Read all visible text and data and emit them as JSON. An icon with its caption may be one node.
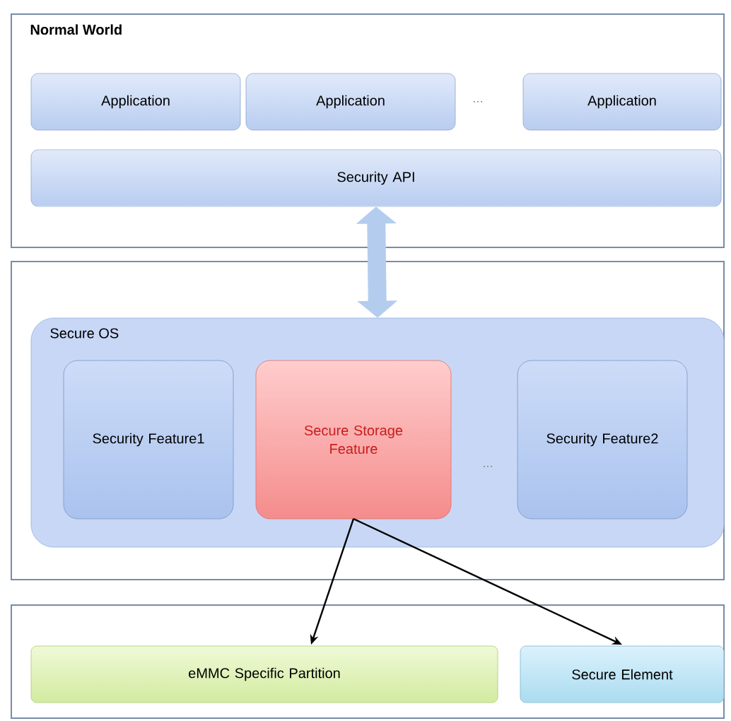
{
  "diagram": {
    "nodes": [
      {
        "text": [
          "Normal World"
        ]
      },
      {
        "text": [
          "Application"
        ],
        "in": 0
      },
      {
        "text": [
          "Application"
        ],
        "in": 0
      },
      {
        "text": [
          "Application"
        ],
        "in": 0
      },
      {
        "text": [
          "Security API"
        ],
        "in": 0
      },
      {
        "text": [],
        "shape": "box"
      },
      {
        "text": [
          "Secure OS"
        ],
        "in": 5
      },
      {
        "text": [
          "Security Feature1"
        ],
        "in": 6
      },
      {
        "text": [
          "Secure Storage Feature"
        ],
        "in": 6
      },
      {
        "text": [
          "Security Feature2"
        ],
        "in": 6
      },
      {
        "text": [],
        "shape": "box"
      },
      {
        "text": [
          "eMMC Specific Partition"
        ],
        "in": 10
      },
      {
        "text": [
          "Secure Element"
        ],
        "in": 10
      }
    ],
    "edges": [
      {
        "from": 4,
        "to": 6,
        "arrow": "both",
        "style": "thick",
        "color": "#b4cdee"
      },
      {
        "from": 8,
        "to": 11,
        "arrow": "to"
      },
      {
        "from": 8,
        "to": 12,
        "arrow": "to"
      }
    ],
    "labels": [
      "…",
      "…"
    ]
  }
}
